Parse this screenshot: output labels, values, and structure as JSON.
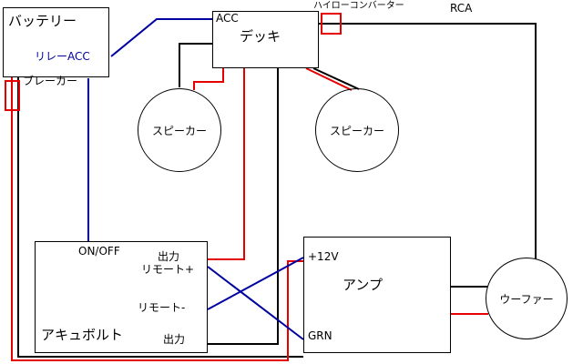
{
  "colors": {
    "power_wire": "#e60000",
    "ground_wire": "#000000",
    "signal_wire": "#0000a0",
    "box_border": "#000000",
    "background": "#ffffff"
  },
  "components": {
    "battery": {
      "label": "バッテリー",
      "relay_label": "リレーACC"
    },
    "breaker": {
      "label": "ブレーカー"
    },
    "deck": {
      "label": "デッキ",
      "acc": "ACC"
    },
    "hilow_converter": {
      "label": "ハイローコンバーター"
    },
    "rca": {
      "label": "RCA"
    },
    "speaker_left": {
      "label": "スピーカー"
    },
    "speaker_right": {
      "label": "スピーカー"
    },
    "accuvolt": {
      "label": "アキュボルト",
      "on_off": "ON/OFF",
      "output_top": "出力",
      "remote_plus": "リモート+",
      "remote_minus": "リモート-",
      "output_bottom": "出力"
    },
    "amp": {
      "label": "アンプ",
      "plus12v": "+12V",
      "grn": "GRN"
    },
    "woofer": {
      "label": "ウーファー"
    }
  }
}
